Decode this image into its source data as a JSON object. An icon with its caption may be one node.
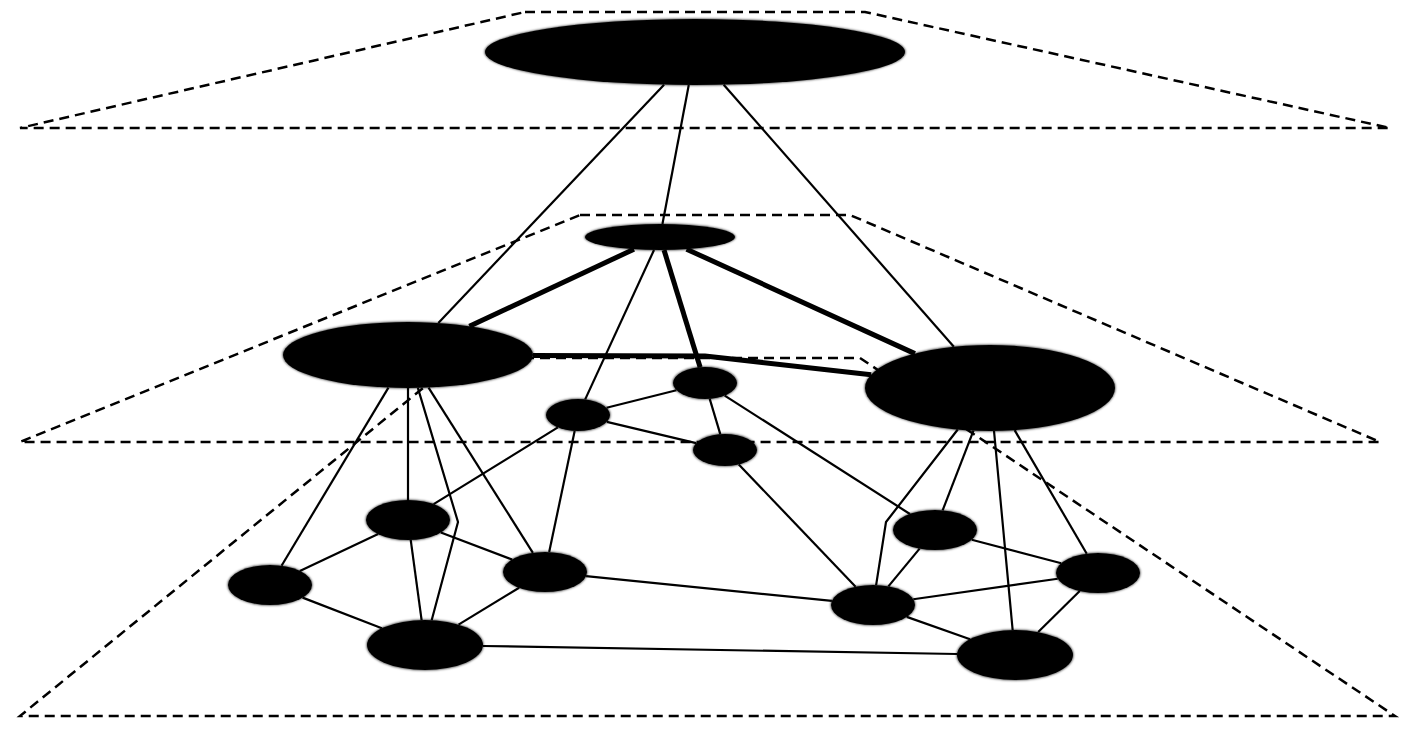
{
  "diagram": {
    "nodes": [
      {
        "text": [],
        "shape": "ellipse"
      },
      {
        "text": [],
        "shape": "ellipse"
      },
      {
        "text": [],
        "shape": "ellipse"
      },
      {
        "text": [],
        "shape": "ellipse"
      },
      {
        "text": [],
        "shape": "ellipse"
      },
      {
        "text": [],
        "shape": "ellipse"
      },
      {
        "text": [],
        "shape": "ellipse"
      },
      {
        "text": [],
        "shape": "ellipse"
      },
      {
        "text": [],
        "shape": "ellipse"
      },
      {
        "text": [],
        "shape": "ellipse"
      },
      {
        "text": [],
        "shape": "ellipse"
      },
      {
        "text": [],
        "shape": "ellipse"
      },
      {
        "text": [],
        "shape": "ellipse"
      },
      {
        "text": [],
        "shape": "ellipse"
      },
      {
        "text": [],
        "shape": "ellipse"
      }
    ],
    "edges": [
      {
        "from": 0,
        "to": 1,
        "arrow": "none"
      },
      {
        "from": 0,
        "to": 2,
        "arrow": "none"
      },
      {
        "from": 0,
        "to": 3,
        "arrow": "none"
      },
      {
        "from": 1,
        "to": 2,
        "arrow": "none",
        "style": "thick"
      },
      {
        "from": 1,
        "to": 3,
        "arrow": "none",
        "style": "thick"
      },
      {
        "from": 2,
        "to": 3,
        "arrow": "none",
        "style": "thick"
      },
      {
        "from": 1,
        "to": 4,
        "arrow": "none",
        "style": "thick"
      },
      {
        "from": 1,
        "to": 5,
        "arrow": "none"
      },
      {
        "from": 2,
        "to": 9,
        "arrow": "none"
      },
      {
        "from": 2,
        "to": 7,
        "arrow": "none"
      },
      {
        "from": 2,
        "to": 13,
        "arrow": "none"
      },
      {
        "from": 2,
        "to": 10,
        "arrow": "none"
      },
      {
        "from": 3,
        "to": 12,
        "arrow": "none"
      },
      {
        "from": 3,
        "to": 8,
        "arrow": "none"
      },
      {
        "from": 3,
        "to": 14,
        "arrow": "none"
      },
      {
        "from": 3,
        "to": 11,
        "arrow": "none"
      },
      {
        "from": 4,
        "to": 5,
        "arrow": "none"
      },
      {
        "from": 4,
        "to": 6,
        "arrow": "none"
      },
      {
        "from": 4,
        "to": 8,
        "arrow": "none"
      },
      {
        "from": 5,
        "to": 6,
        "arrow": "none"
      },
      {
        "from": 5,
        "to": 7,
        "arrow": "none"
      },
      {
        "from": 5,
        "to": 10,
        "arrow": "none"
      },
      {
        "from": 6,
        "to": 12,
        "arrow": "none"
      },
      {
        "from": 7,
        "to": 9,
        "arrow": "none"
      },
      {
        "from": 7,
        "to": 10,
        "arrow": "none"
      },
      {
        "from": 7,
        "to": 13,
        "arrow": "none"
      },
      {
        "from": 9,
        "to": 13,
        "arrow": "none"
      },
      {
        "from": 10,
        "to": 13,
        "arrow": "none"
      },
      {
        "from": 10,
        "to": 12,
        "arrow": "none"
      },
      {
        "from": 13,
        "to": 14,
        "arrow": "none"
      },
      {
        "from": 8,
        "to": 12,
        "arrow": "none"
      },
      {
        "from": 8,
        "to": 11,
        "arrow": "none"
      },
      {
        "from": 12,
        "to": 11,
        "arrow": "none"
      },
      {
        "from": 12,
        "to": 14,
        "arrow": "none"
      },
      {
        "from": 11,
        "to": 14,
        "arrow": "none"
      }
    ]
  }
}
